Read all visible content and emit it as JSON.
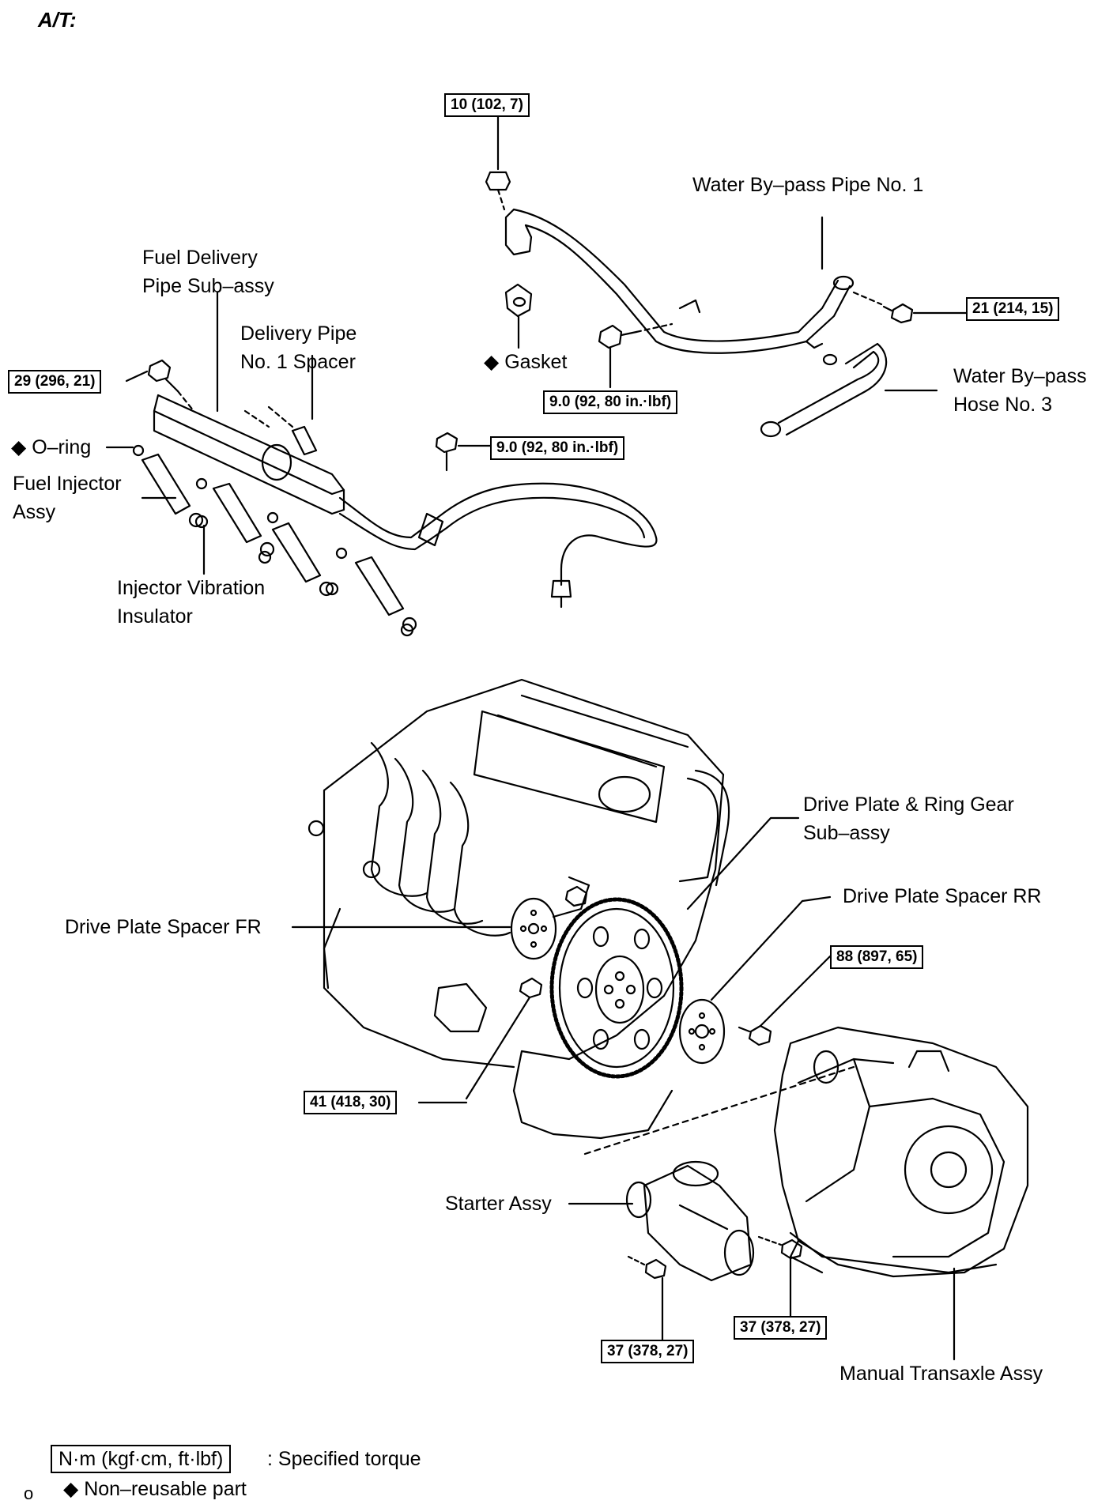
{
  "title": "A/T:",
  "labels": {
    "water_bypass_pipe": "Water By–pass Pipe No. 1",
    "fuel_delivery_l1": "Fuel Delivery",
    "fuel_delivery_l2": "Pipe Sub–assy",
    "delivery_spacer_l1": "Delivery Pipe",
    "delivery_spacer_l2": "No. 1 Spacer",
    "gasket": "Gasket",
    "water_bypass_hose_l1": "Water By–pass",
    "water_bypass_hose_l2": "Hose No. 3",
    "o_ring": "O–ring",
    "fuel_injector_l1": "Fuel Injector",
    "fuel_injector_l2": "Assy",
    "injector_insulator_l1": "Injector Vibration",
    "injector_insulator_l2": "Insulator",
    "drive_plate_l1": "Drive Plate & Ring Gear",
    "drive_plate_l2": "Sub–assy",
    "spacer_rr": "Drive Plate Spacer RR",
    "spacer_fr": "Drive Plate Spacer FR",
    "starter": "Starter Assy",
    "transaxle": "Manual Transaxle Assy"
  },
  "torques": {
    "t1": "10 (102, 7)",
    "t2": "21 (214, 15)",
    "t3": "29 (296, 21)",
    "t4": "9.0 (92, 80 in.·lbf)",
    "t5": "9.0 (92, 80 in.·lbf)",
    "t6": "88 (897, 65)",
    "t7": "41 (418, 30)",
    "t8": "37 (378, 27)",
    "t9": "37 (378, 27)"
  },
  "legend": {
    "unit": "N·m (kgf·cm, ft·lbf)",
    "torque_text": ": Specified torque",
    "nonreusable": "Non–reusable part",
    "corner_mark": "o"
  },
  "symbols": {
    "diamond": "◆"
  }
}
